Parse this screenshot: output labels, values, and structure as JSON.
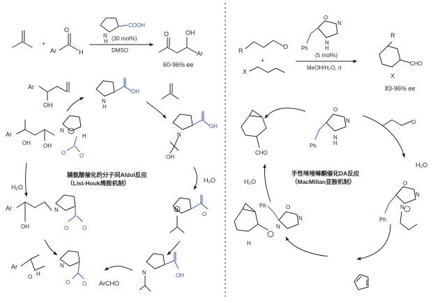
{
  "left": {
    "top_reaction": {
      "reagent1": "",
      "reagent2_prefix": "Ar",
      "reagent2_h": "H",
      "reagent2_o": "O",
      "plus": "+",
      "catalyst_acid": "COOH",
      "catalyst_nh": "N",
      "catalyst_h": "H",
      "loading": "(30 mol%)",
      "solvent": "DMSO",
      "product_oh": "OH",
      "product_ar": "Ar",
      "product_o": "O",
      "ee": "60-96% ee"
    },
    "cycle": {
      "title": "脯氨酸催化的分子间Aldol反应",
      "subtitle": "（List-Houk烯胺机制）",
      "h2o_in": "H₂O",
      "h2o_out": "H₂O",
      "archo": "ArCHO",
      "ar": "Ar",
      "oh": "OH",
      "o": "O",
      "n": "N",
      "h": "H",
      "oh_acid": "OH"
    }
  },
  "right": {
    "top_reaction": {
      "r": "R",
      "x": "X",
      "plus": "+",
      "loading": "(5 mol%)",
      "solvent": "MeOH/H₂O, rt",
      "cho": "CHO",
      "ee": "83-96% ee"
    },
    "cycle": {
      "title": "手性咪唑啉酮催化DA反应",
      "subtitle": "（MacMillan亚胺机制）",
      "h2o_in": "H₂O",
      "h2o_out": "H₂O",
      "ph": "Ph",
      "o": "O",
      "n": "N",
      "h": "H",
      "cho": "CHO"
    }
  }
}
